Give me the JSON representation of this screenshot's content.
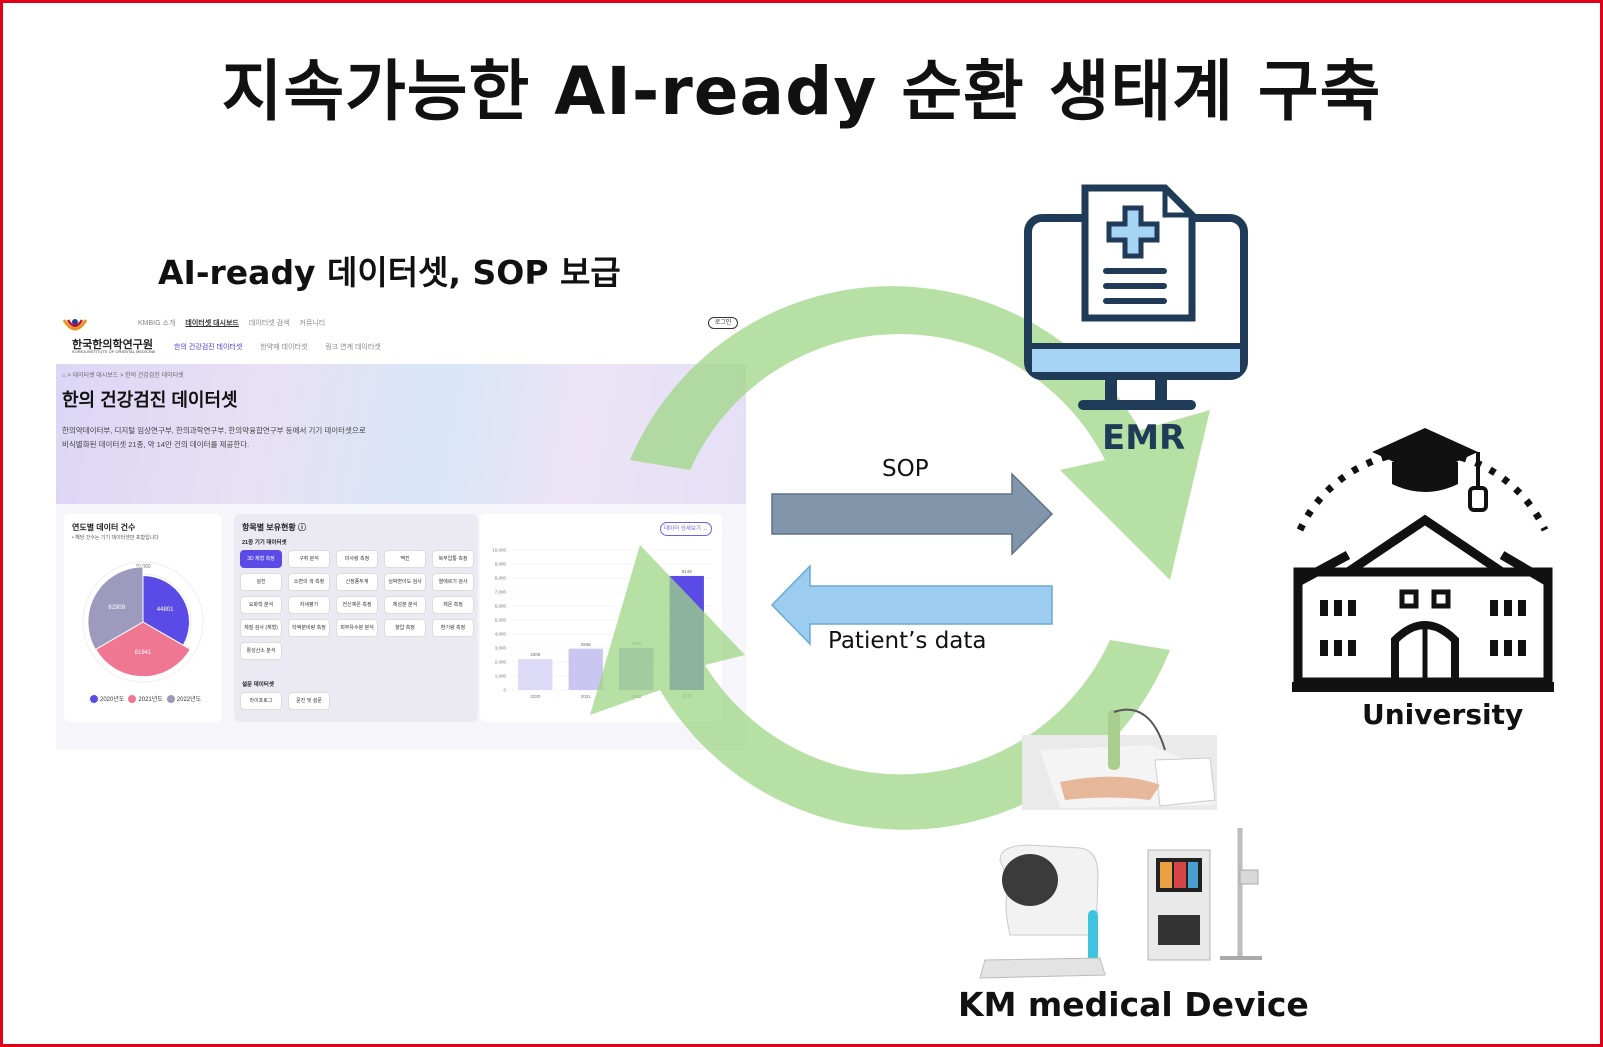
{
  "title": "지속가능한 AI-ready 순환 생태계 구축",
  "subtitle": "AI-ready  데이터셋, SOP 보급",
  "labels": {
    "emr": "EMR",
    "university": "University",
    "device": "KM medical Device",
    "sop": "SOP",
    "patient_data": "Patient’s data"
  },
  "colors": {
    "cycle": "#9fd585",
    "emr_icon": "#1f3b57",
    "emr_screen": "#a6d4f5",
    "arrow_sop": "#8196ab",
    "arrow_patient": "#9ccdf0",
    "frame": "#e0001a",
    "accent": "#5a4be6"
  },
  "dashboard": {
    "logo_text": "한국한의학연구원",
    "logo_sub": "KOREA INSTITUTE OF ORIENTAL MEDICINE",
    "nav_top": [
      "KMBIG 소개",
      "데이터셋 대시보드",
      "데이터셋 검색",
      "커뮤니티"
    ],
    "login": "로그인",
    "nav_sub": [
      "한의 건강검진 데이터셋",
      "한약재 데이터셋",
      "링크 연계 데이터셋"
    ],
    "breadcrumb": "⌂  >  데이터셋 대시보드  >  한의 건강검진 데이터셋",
    "hero_title": "한의 건강검진 데이터셋",
    "hero_desc_1": "한의약데이터부, 디지털 임상연구부, 한의과학연구부, 한의약융합연구부 등에서 기기 데이터셋으로",
    "hero_desc_2": "비식별화된 데이터셋 21종, 약 14만 건의 데이터를 제공한다.",
    "yearly_title": "연도별 데이터 건수",
    "yearly_note": "• 해당 건수는 기기 데이터셋만 포함입니다",
    "pie_max_label": "70,000",
    "items_title": "항목별 보유현황 ⓘ",
    "device_section": "21종 기기 데이터셋",
    "survey_section": "설문 데이터셋",
    "device_items": [
      "3D 체형 측정",
      "구취 분석",
      "미사랑 측정",
      "맥진",
      "복부압통 측정",
      "설진",
      "소변의 색 측정",
      "신장종두계",
      "심박변이도 검사",
      "열에르기 검사",
      "요화학 분석",
      "자세평가",
      "전신체온 측정",
      "체성분 분석",
      "체온 측정",
      "체질 검사 (체형)",
      "타액분비량 측정",
      "피부유수분 분석",
      "혈압 측정",
      "환기량 측정",
      "활성산소 분석"
    ],
    "survey_items": [
      "라이프로그",
      "문진 및 설문"
    ],
    "detail_button": "데이터 상세보기 →"
  },
  "chart_data": [
    {
      "type": "pie",
      "title": "연도별 데이터 건수",
      "categories": [
        "2020년도",
        "2021년도",
        "2022년도"
      ],
      "values": [
        44801,
        61941,
        62909
      ],
      "colors": [
        "#5a4be6",
        "#f07792",
        "#9d9bbd"
      ]
    },
    {
      "type": "bar",
      "categories": [
        "2020",
        "2021",
        "2022",
        "합계"
      ],
      "values": [
        2209,
        2946,
        3000,
        8148
      ],
      "ylim": [
        0,
        10000
      ],
      "yticks": [
        "10,000",
        "9,000",
        "8,000",
        "7,000",
        "6,000",
        "5,000",
        "4,000",
        "3,000",
        "2,000",
        "1,000",
        "0"
      ],
      "colors": [
        "#dcdaf6",
        "#c9c6f2",
        "#b0acee",
        "#5a4be6"
      ]
    }
  ]
}
